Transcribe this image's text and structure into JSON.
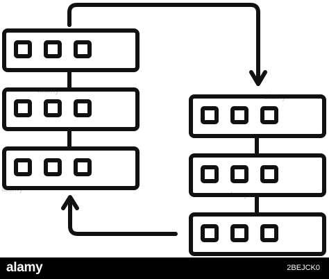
{
  "illustration": {
    "icon_name": "server-sync-icon",
    "stroke_color": "#111111",
    "background_color": "#ffffff",
    "watermark_color": "#d9d9d9"
  },
  "footer": {
    "logo_text": "alamy",
    "image_id": "2BEJCK0",
    "background_color": "#000000",
    "text_color": "#ffffff"
  },
  "watermark": {
    "text": "alamy"
  }
}
